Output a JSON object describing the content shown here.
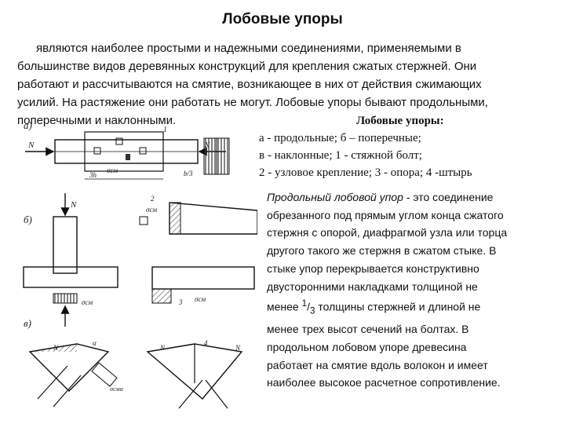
{
  "title": "Лобовые упоры",
  "intro": {
    "lines": [
      "являются наиболее простыми и надежными соединениями, применяемыми в",
      "большинстве видов деревянных конструкций для крепления сжатых стержней. Они",
      "работают и рассчитываются на смятие, возникающее в них от действия сжимающих",
      "усилий. На растяжение они работать не могут. Лобовые упоры бывают продольными,",
      "поперечными и наклонными."
    ]
  },
  "caption": {
    "title": "Лобовые упоры:",
    "lines": [
      "а - продольные; б – поперечные;",
      " в - наклонные; 1 - стяжной болт;",
      "2 - узловое крепление; 3 - опора; 4 -штырь"
    ]
  },
  "body": {
    "term": "Продольный лобовой упор",
    "line1_rest": " - это соединение",
    "lines": [
      "обрезанного под прямым углом конца сжатого",
      "стержня с опорой, диафрагмой узла или торца",
      "другого такого же стержня в сжатом стыке. В",
      "стыке упор перекрывается конструктивно",
      "двусторонними накладками толщиной не"
    ],
    "frac_prefix": "менее ",
    "frac_num": "1",
    "frac_den": "3",
    "frac_suffix": " толщины стержней и длиной не",
    "lines2": [
      "менее трех высот сечений на болтах. В",
      "продольном лобовом упоре древесина",
      "работает на смятие вдоль волокон и имеет",
      "наиболее высокое расчетное сопротивление."
    ]
  },
  "figure": {
    "label_a": "а)",
    "label_b": "б)",
    "label_v": "в)",
    "label_N": "N",
    "label_1": "1",
    "label_2": "2",
    "label_3": "3",
    "label_4": "4",
    "label_sigma": "σсм",
    "label_3h": "3h",
    "label_b1": "b/3",
    "label_alpha": "α",
    "label_sigma_a": "σсмα"
  }
}
